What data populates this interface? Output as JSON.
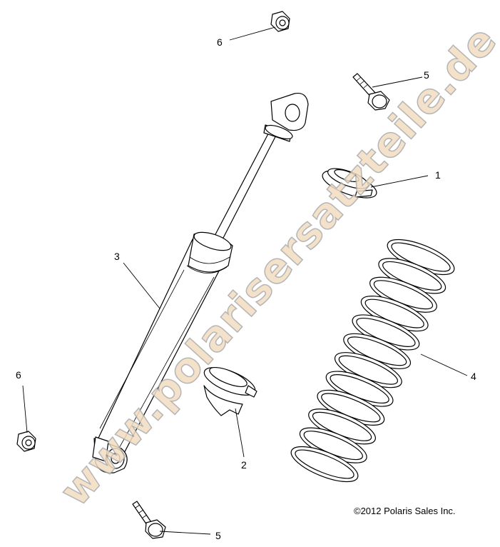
{
  "diagram": {
    "callouts": {
      "c1": "1",
      "c2": "2",
      "c3": "3",
      "c4": "4",
      "c5a": "5",
      "c5b": "5",
      "c6a": "6",
      "c6b": "6"
    },
    "copyright": "©2012 Polaris Sales Inc.",
    "watermark": "www.polarisersatzteile.de",
    "colors": {
      "line": "#000000",
      "watermark_fill": "#f2dcc0",
      "watermark_outline": "#a9a9a9"
    }
  }
}
